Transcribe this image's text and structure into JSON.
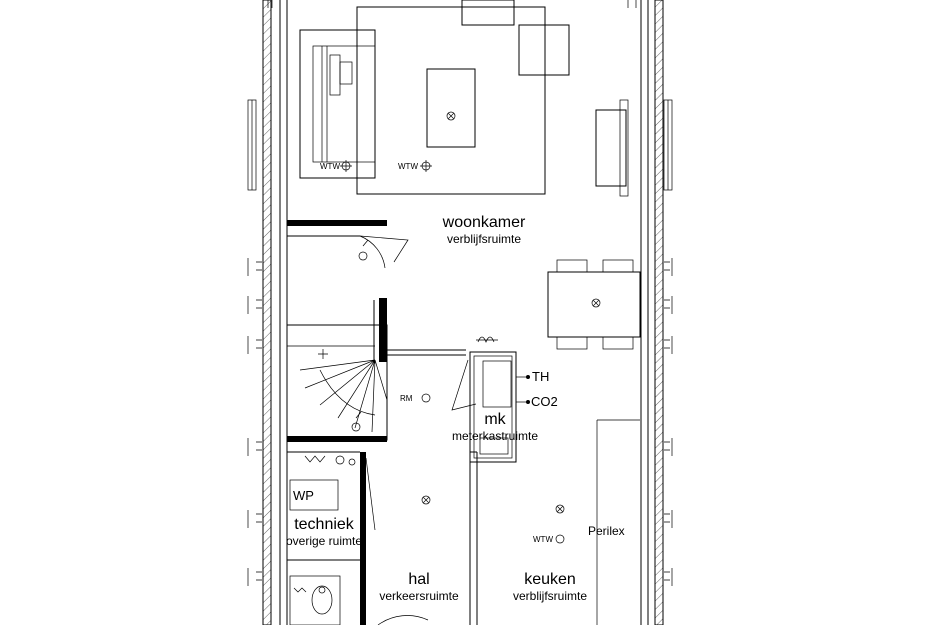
{
  "rooms": {
    "woonkamer": {
      "name": "woonkamer",
      "type": "verblijfsruimte"
    },
    "meterkast": {
      "name": "mk",
      "type": "meterkastruimte"
    },
    "techniek": {
      "name": "techniek",
      "type": "overige ruimte"
    },
    "hal": {
      "name": "hal",
      "type": "verkeersruimte"
    },
    "keuken": {
      "name": "keuken",
      "type": "verblijfsruimte"
    }
  },
  "symbols": {
    "wtw": "WTW",
    "rm": "RM",
    "th": "TH",
    "co2": "CO2",
    "wp": "WP",
    "perilex": "Perilex"
  }
}
